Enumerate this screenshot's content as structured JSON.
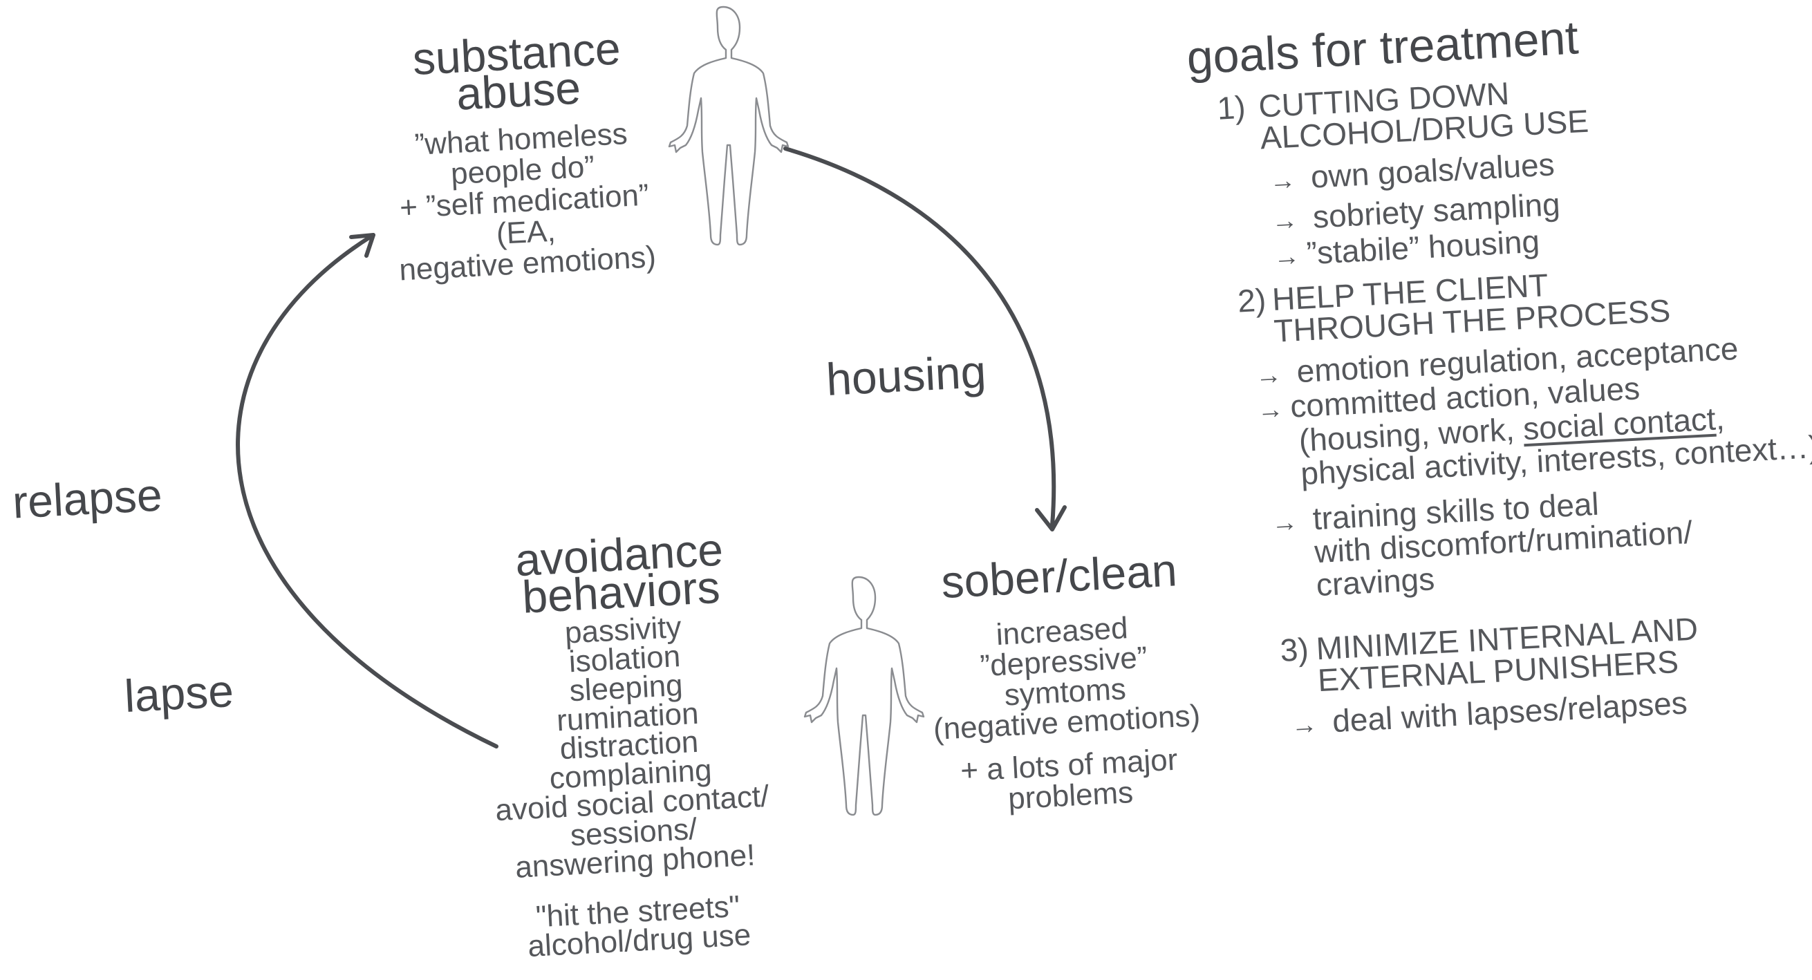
{
  "cycle": {
    "substance_abuse": {
      "title": [
        "substance",
        "abuse"
      ],
      "notes": [
        "”what homeless",
        "people do”",
        "+ ”self medication”",
        "(EA,",
        "negative emotions)"
      ]
    },
    "housing_label": "housing",
    "sober_clean": {
      "title": "sober/clean",
      "notes": [
        "increased",
        "”depressive”",
        "symtoms",
        "(negative emotions)"
      ],
      "extra": [
        "+ a lots of major",
        "problems"
      ]
    },
    "avoidance": {
      "title": [
        "avoidance",
        "behaviors"
      ],
      "items": [
        "passivity",
        "isolation",
        "sleeping",
        "rumination",
        "distraction",
        "complaining",
        "avoid social contact/",
        "sessions/",
        "answering phone!"
      ],
      "extra": [
        "\"hit the streets\"",
        "alcohol/drug use"
      ]
    },
    "relapse_label": "relapse",
    "lapse_label": "lapse"
  },
  "goals": {
    "title": "goals for treatment",
    "goal1": {
      "number": "1)",
      "lines": [
        "CUTTING DOWN",
        "ALCOHOL/DRUG USE"
      ],
      "items": [
        "own goals/values",
        "sobriety sampling",
        "”stabile” housing"
      ]
    },
    "goal2": {
      "number": "2)",
      "lines": [
        "HELP THE CLIENT",
        "THROUGH THE PROCESS"
      ],
      "item1": "emotion regulation, acceptance",
      "item2": "committed action, values",
      "item2_detail_pre": "(housing, work, ",
      "item2_detail_underlined": "social contact",
      "item2_detail_post": ",",
      "item2_detail_line2": "physical activity, interests, context…)",
      "item3": [
        "training skills to deal",
        "with discomfort/rumination/",
        "cravings"
      ]
    },
    "goal3": {
      "number": "3)",
      "lines": [
        "MINIMIZE INTERNAL AND",
        "EXTERNAL PUNISHERS"
      ],
      "items": [
        "deal with lapses/relapses"
      ]
    },
    "arrow_glyph": "→"
  }
}
